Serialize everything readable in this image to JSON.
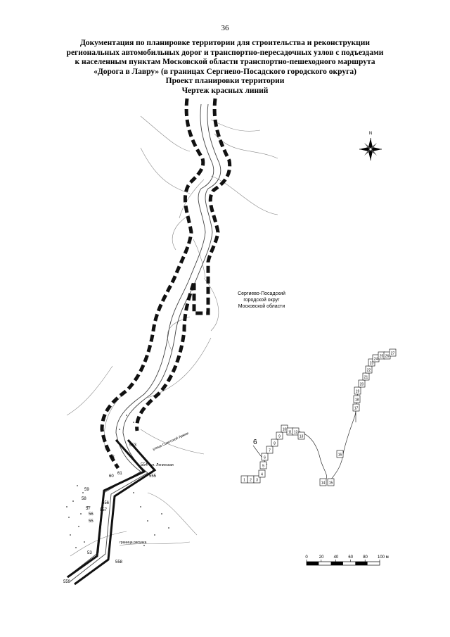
{
  "page_number": "36",
  "title_lines": [
    "Документация по планировке территории для строительства и реконструкции",
    "региональных автомобильных дорог и транспортно-пересадочных узлов с подъездами",
    "к населенным пунктам Московской области транспортно-пешеходного маршрута",
    "«Дорога в Лавру» (в границах Сергиево-Посадского городского округа)",
    "Проект планировки территории",
    "Чертеж красных линий"
  ],
  "region_label_lines": [
    "Сергиево-Посадский",
    "городской округ",
    "Московской области"
  ],
  "compass_label": "N",
  "street_labels": [
    "улица Советской Армии",
    "ул. Ленинская",
    "граница рисунка"
  ],
  "point_labels": [
    "553",
    "554",
    "555",
    "556",
    "557",
    "558",
    "559",
    "53",
    "55",
    "56",
    "57",
    "58",
    "59",
    "60",
    "61",
    "63"
  ],
  "index_callout": "6",
  "index_sheets": [
    "1",
    "2",
    "3",
    "4",
    "5",
    "6",
    "7",
    "8",
    "9",
    "10",
    "11",
    "12",
    "13",
    "14",
    "15",
    "16",
    "17",
    "18",
    "19",
    "20",
    "21",
    "22",
    "23",
    "24",
    "25",
    "26",
    "27"
  ],
  "scale_ticks": [
    "0",
    "20",
    "40",
    "60",
    "80",
    "100 м"
  ],
  "colors": {
    "ink": "#000000",
    "line": "#555555",
    "paper": "#ffffff"
  }
}
